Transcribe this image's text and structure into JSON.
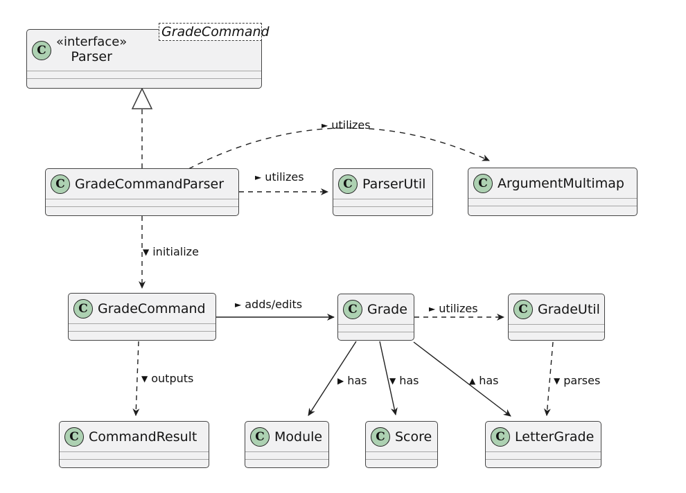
{
  "icon_letter": "C",
  "colors": {
    "background": "#ffffff",
    "class_fill": "#F1F1F2",
    "class_border": "#434343",
    "icon_fill": "#ADD1B2",
    "line": "#1f1f1f"
  },
  "classes": [
    {
      "name": "Parser",
      "stereotype": "«interface»",
      "generic": "GradeCommand"
    },
    {
      "name": "GradeCommandParser"
    },
    {
      "name": "ParserUtil"
    },
    {
      "name": "ArgumentMultimap"
    },
    {
      "name": "GradeCommand"
    },
    {
      "name": "Grade"
    },
    {
      "name": "GradeUtil"
    },
    {
      "name": "CommandResult"
    },
    {
      "name": "Module"
    },
    {
      "name": "Score"
    },
    {
      "name": "LetterGrade"
    }
  ],
  "edges": [
    {
      "from": "GradeCommandParser",
      "to": "Parser",
      "type": "dashed-realization",
      "glyph": "",
      "label": ""
    },
    {
      "from": "GradeCommandParser",
      "to": "ParserUtil",
      "type": "dashed",
      "glyph": "►",
      "label": "utilizes"
    },
    {
      "from": "GradeCommandParser",
      "to": "ArgumentMultimap",
      "type": "dashed-curved",
      "glyph": "►",
      "label": "utilizes"
    },
    {
      "from": "GradeCommandParser",
      "to": "GradeCommand",
      "type": "dashed",
      "glyph": "▼",
      "label": "initialize"
    },
    {
      "from": "GradeCommand",
      "to": "Grade",
      "type": "solid",
      "glyph": "►",
      "label": "adds/edits"
    },
    {
      "from": "Grade",
      "to": "GradeUtil",
      "type": "dashed",
      "glyph": "►",
      "label": "utilizes"
    },
    {
      "from": "GradeCommand",
      "to": "CommandResult",
      "type": "dashed",
      "glyph": "▼",
      "label": "outputs"
    },
    {
      "from": "Grade",
      "to": "Module",
      "type": "solid",
      "glyph": "▶",
      "label": "has"
    },
    {
      "from": "Grade",
      "to": "Score",
      "type": "solid",
      "glyph": "▼",
      "label": "has"
    },
    {
      "from": "Grade",
      "to": "LetterGrade",
      "type": "solid",
      "glyph": "▲",
      "label": "has"
    },
    {
      "from": "GradeUtil",
      "to": "LetterGrade",
      "type": "dashed",
      "glyph": "▼",
      "label": "parses"
    }
  ]
}
